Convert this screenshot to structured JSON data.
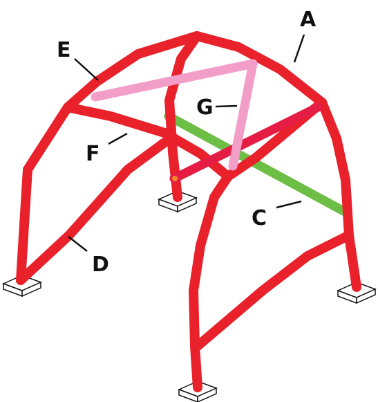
{
  "colors": {
    "main_tube": "#e8212b",
    "diagonal": "#e51d45",
    "pink_brace": "#f29ec8",
    "green_brace": "#6cbe45",
    "foot_plate": "#ffffff",
    "outline": "#111111"
  },
  "labels": {
    "a": "A",
    "c": "C",
    "d": "D",
    "e": "E",
    "f": "F",
    "g": "G"
  }
}
